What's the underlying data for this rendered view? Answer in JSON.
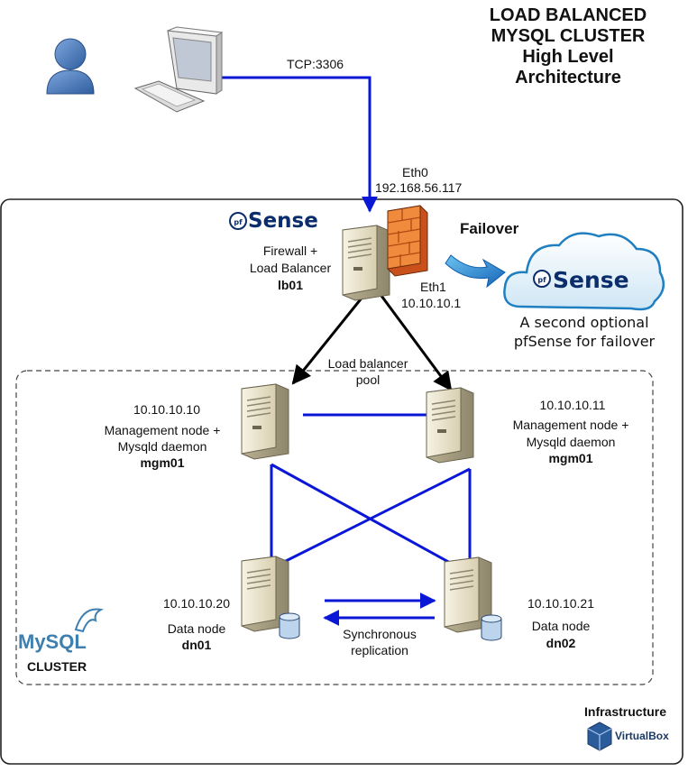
{
  "title": {
    "line1": "LOAD BALANCED",
    "line2": "MYSQL CLUSTER",
    "line3": "High Level",
    "line4": "Architecture"
  },
  "connection": {
    "tcp_label": "TCP:3306"
  },
  "lb": {
    "eth0_label": "Eth0",
    "eth0_ip": "192.168.56.117",
    "brand": "Sense",
    "role_line1": "Firewall +",
    "role_line2": "Load Balancer",
    "hostname": "lb01",
    "eth1_label": "Eth1",
    "eth1_ip": "10.10.10.1"
  },
  "failover": {
    "label": "Failover",
    "brand": "Sense",
    "desc_line1": "A second optional",
    "desc_line2": "pfSense for failover"
  },
  "pool": {
    "line1": "Load balancer",
    "line2": "pool"
  },
  "mgm_left": {
    "ip": "10.10.10.10",
    "role_line1": "Management node +",
    "role_line2": "Mysqld daemon",
    "hostname": "mgm01"
  },
  "mgm_right": {
    "ip": "10.10.10.11",
    "role_line1": "Management node +",
    "role_line2": "Mysqld daemon",
    "hostname": "mgm01"
  },
  "data_left": {
    "ip": "10.10.10.20",
    "role": "Data node",
    "hostname": "dn01"
  },
  "data_right": {
    "ip": "10.10.10.21",
    "role": "Data node",
    "hostname": "dn02"
  },
  "replication": {
    "line1": "Synchronous",
    "line2": "replication"
  },
  "mysql_logo": {
    "text": "MySQL",
    "sub": "CLUSTER"
  },
  "infrastructure": {
    "label": "Infrastructure",
    "brand": "VirtualBox"
  },
  "colors": {
    "link_blue": "#0a17d6",
    "failover_arrow": "#1e90d8",
    "pfsense_red": "#d12b1c",
    "pfsense_navy": "#0b2d6b",
    "user_blue": "#3f72b8",
    "server_beige": "#efe9d4"
  },
  "icons": [
    "user-icon",
    "workstation-icon",
    "server-icon",
    "firewall-icon",
    "cloud-icon",
    "database-icon",
    "mysql-dolphin-icon",
    "virtualbox-cube-icon"
  ]
}
